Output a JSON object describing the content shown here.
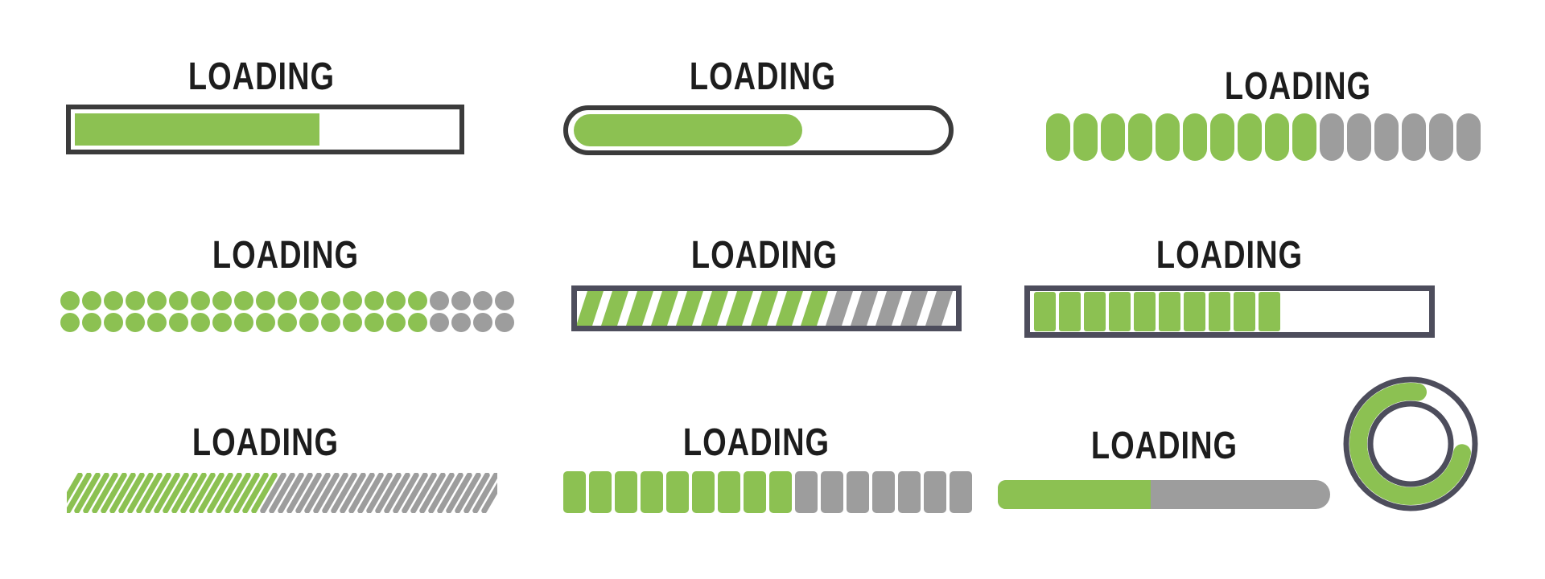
{
  "background": "#ffffff",
  "colors": {
    "green": "#8cc152",
    "gray": "#9d9d9d",
    "dark": "#3b3b3b",
    "slate": "#4d4d5c",
    "text": "#1d1d1d"
  },
  "indicators": [
    {
      "name": "solid-bar",
      "label": "LOADING",
      "type": "bar",
      "progress_percent": 63
    },
    {
      "name": "pill-bar",
      "label": "LOADING",
      "type": "pill-bar",
      "progress_percent": 60
    },
    {
      "name": "vertical-capsule-segments",
      "label": "LOADING",
      "type": "segments",
      "filled": 10,
      "empty": 6
    },
    {
      "name": "dot-grid",
      "label": "LOADING",
      "type": "dots",
      "rows": 2,
      "row": {
        "filled": 17,
        "empty": 4
      }
    },
    {
      "name": "bordered-diagonal-stripes",
      "label": "LOADING",
      "type": "stripes-bordered",
      "stripes": {
        "filled": 10,
        "empty": 5
      }
    },
    {
      "name": "bordered-blocks",
      "label": "LOADING",
      "type": "blocks-bordered",
      "blocks": {
        "filled": 10,
        "empty": 0
      },
      "progress_percent": 60
    },
    {
      "name": "slash-stripes",
      "label": "LOADING",
      "type": "stripes",
      "stripes": {
        "filled": 23,
        "empty": 26
      }
    },
    {
      "name": "square-segments",
      "label": "LOADING",
      "type": "squares",
      "filled": 9,
      "empty": 7
    },
    {
      "name": "track-bar-with-ring-spinner",
      "label": "LOADING",
      "type": "bar-and-spinner",
      "progress_percent": 46,
      "spinner_arc_degrees": 268
    }
  ]
}
